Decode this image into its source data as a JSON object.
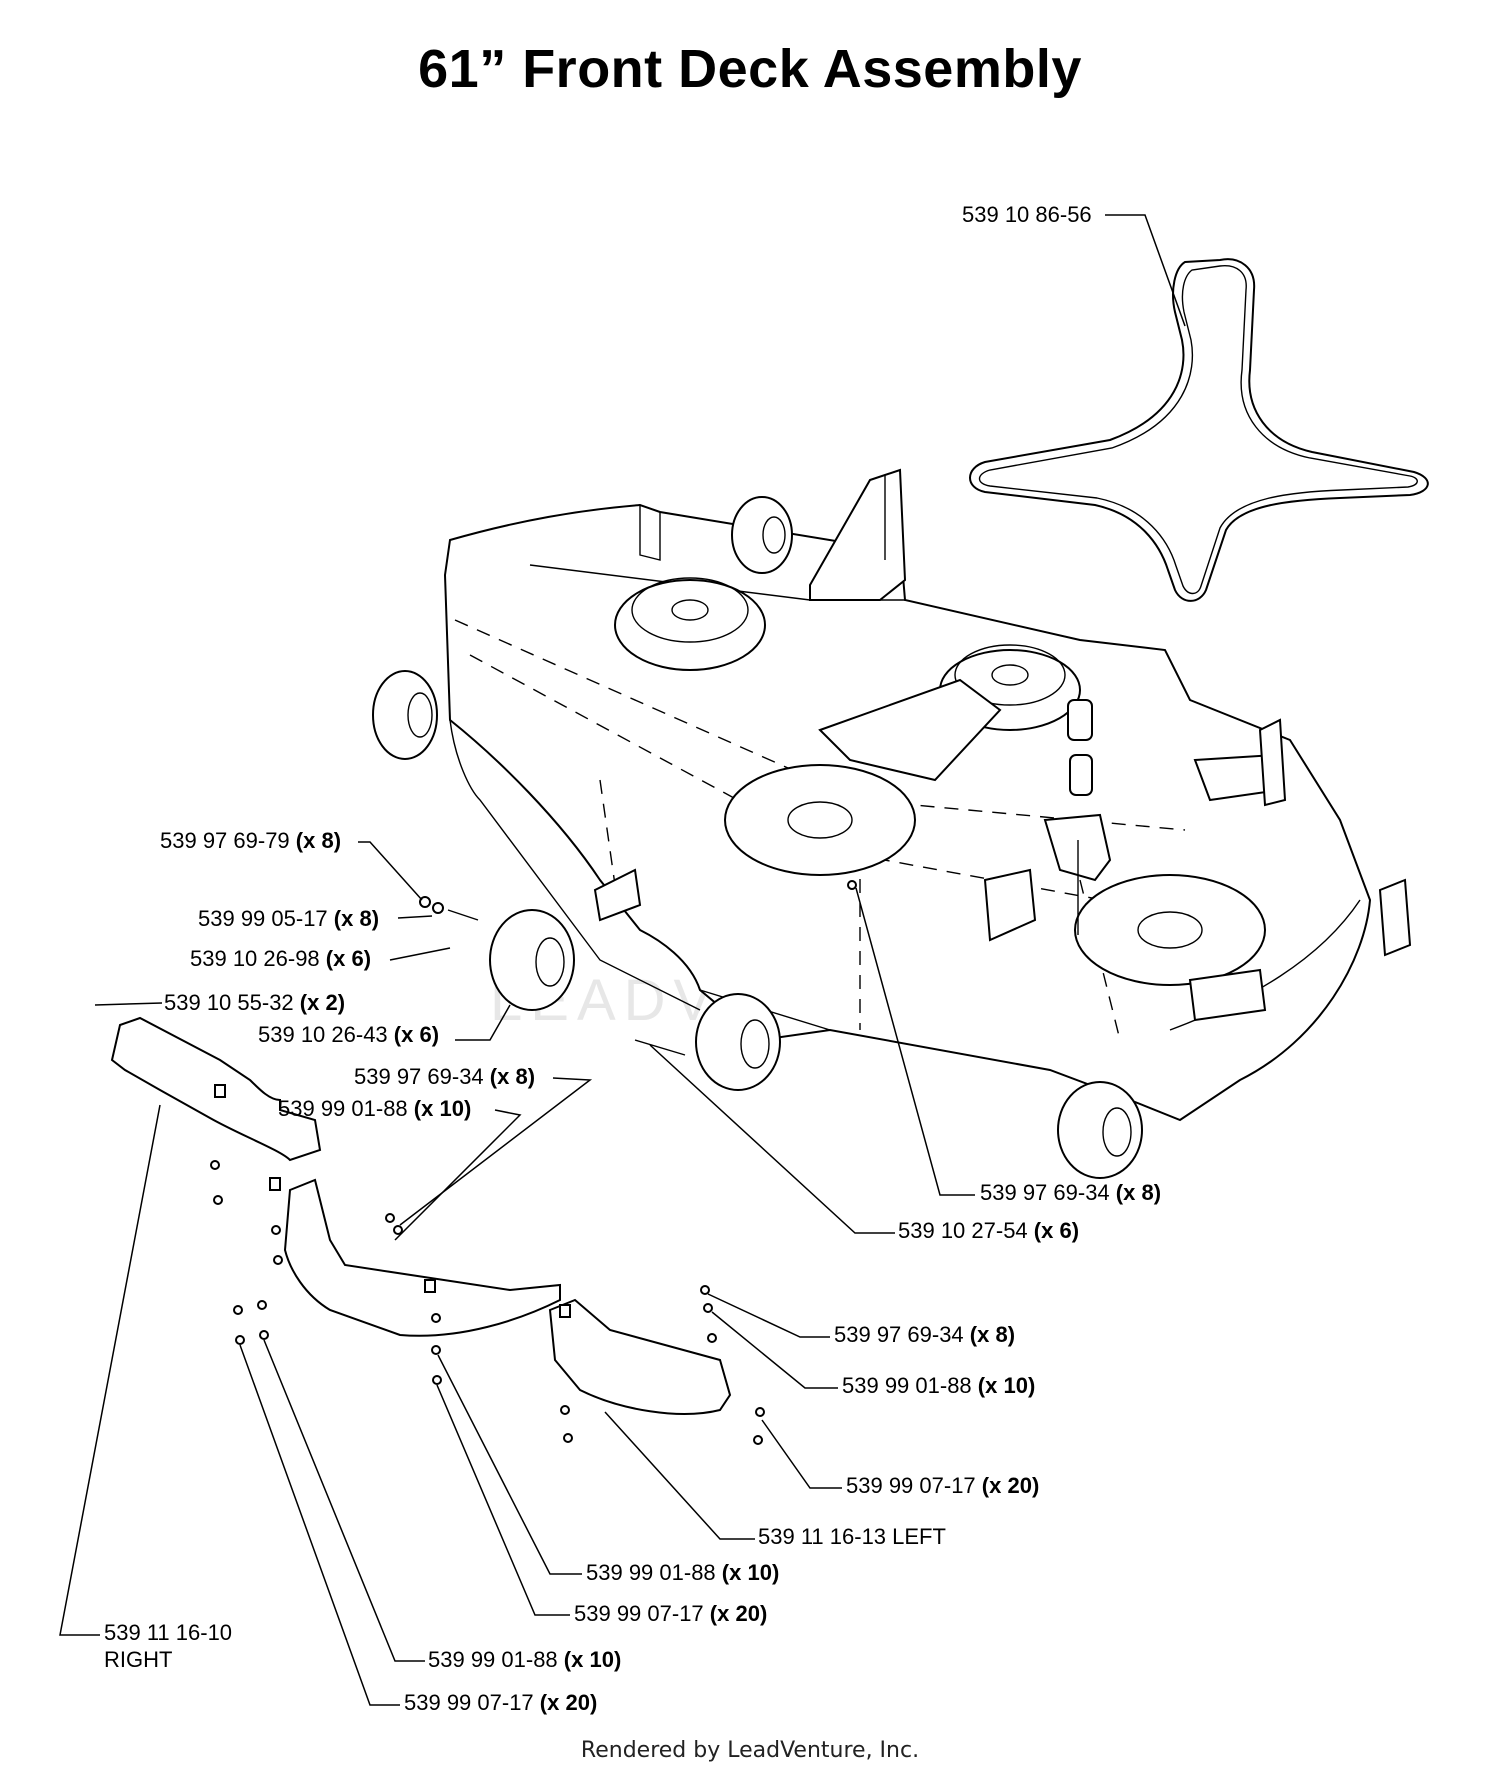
{
  "title": "61” Front Deck Assembly",
  "watermark": "LEADVENTURE",
  "footer": "Rendered by LeadVenture, Inc.",
  "callouts": [
    {
      "id": "belt",
      "part": "539 10 86-56",
      "qty": ""
    },
    {
      "id": "c1",
      "part": "539 97 69-79",
      "qty": "(x 8)"
    },
    {
      "id": "c2",
      "part": "539 99 05-17",
      "qty": "(x 8)"
    },
    {
      "id": "c3",
      "part": "539 10 26-98",
      "qty": "(x 6)"
    },
    {
      "id": "c4",
      "part": "539 10 55-32",
      "qty": "(x 2)"
    },
    {
      "id": "c5",
      "part": "539 10 26-43",
      "qty": "(x 6)"
    },
    {
      "id": "c6",
      "part": "539 97 69-34",
      "qty": "(x 8)"
    },
    {
      "id": "c7",
      "part": "539 99 01-88",
      "qty": "(x 10)"
    },
    {
      "id": "c8",
      "part": "539 97 69-34",
      "qty": "(x 8)"
    },
    {
      "id": "c9",
      "part": "539 10 27-54",
      "qty": "(x 6)"
    },
    {
      "id": "c10",
      "part": "539 97 69-34",
      "qty": "(x 8)"
    },
    {
      "id": "c11",
      "part": "539 99 01-88",
      "qty": "(x 10)"
    },
    {
      "id": "c12",
      "part": "539 99 07-17",
      "qty": "(x 20)"
    },
    {
      "id": "c13",
      "part": "539 11 16-13 LEFT",
      "qty": ""
    },
    {
      "id": "c14",
      "part": "539 99 01-88",
      "qty": "(x 10)"
    },
    {
      "id": "c15",
      "part": "539 99 07-17",
      "qty": "(x 20)"
    },
    {
      "id": "c16",
      "part": "539 11 16-10",
      "qty": "",
      "note": "RIGHT"
    },
    {
      "id": "c17",
      "part": "539 99 01-88",
      "qty": "(x 10)"
    },
    {
      "id": "c18",
      "part": "539 99 07-17",
      "qty": "(x 20)"
    }
  ]
}
